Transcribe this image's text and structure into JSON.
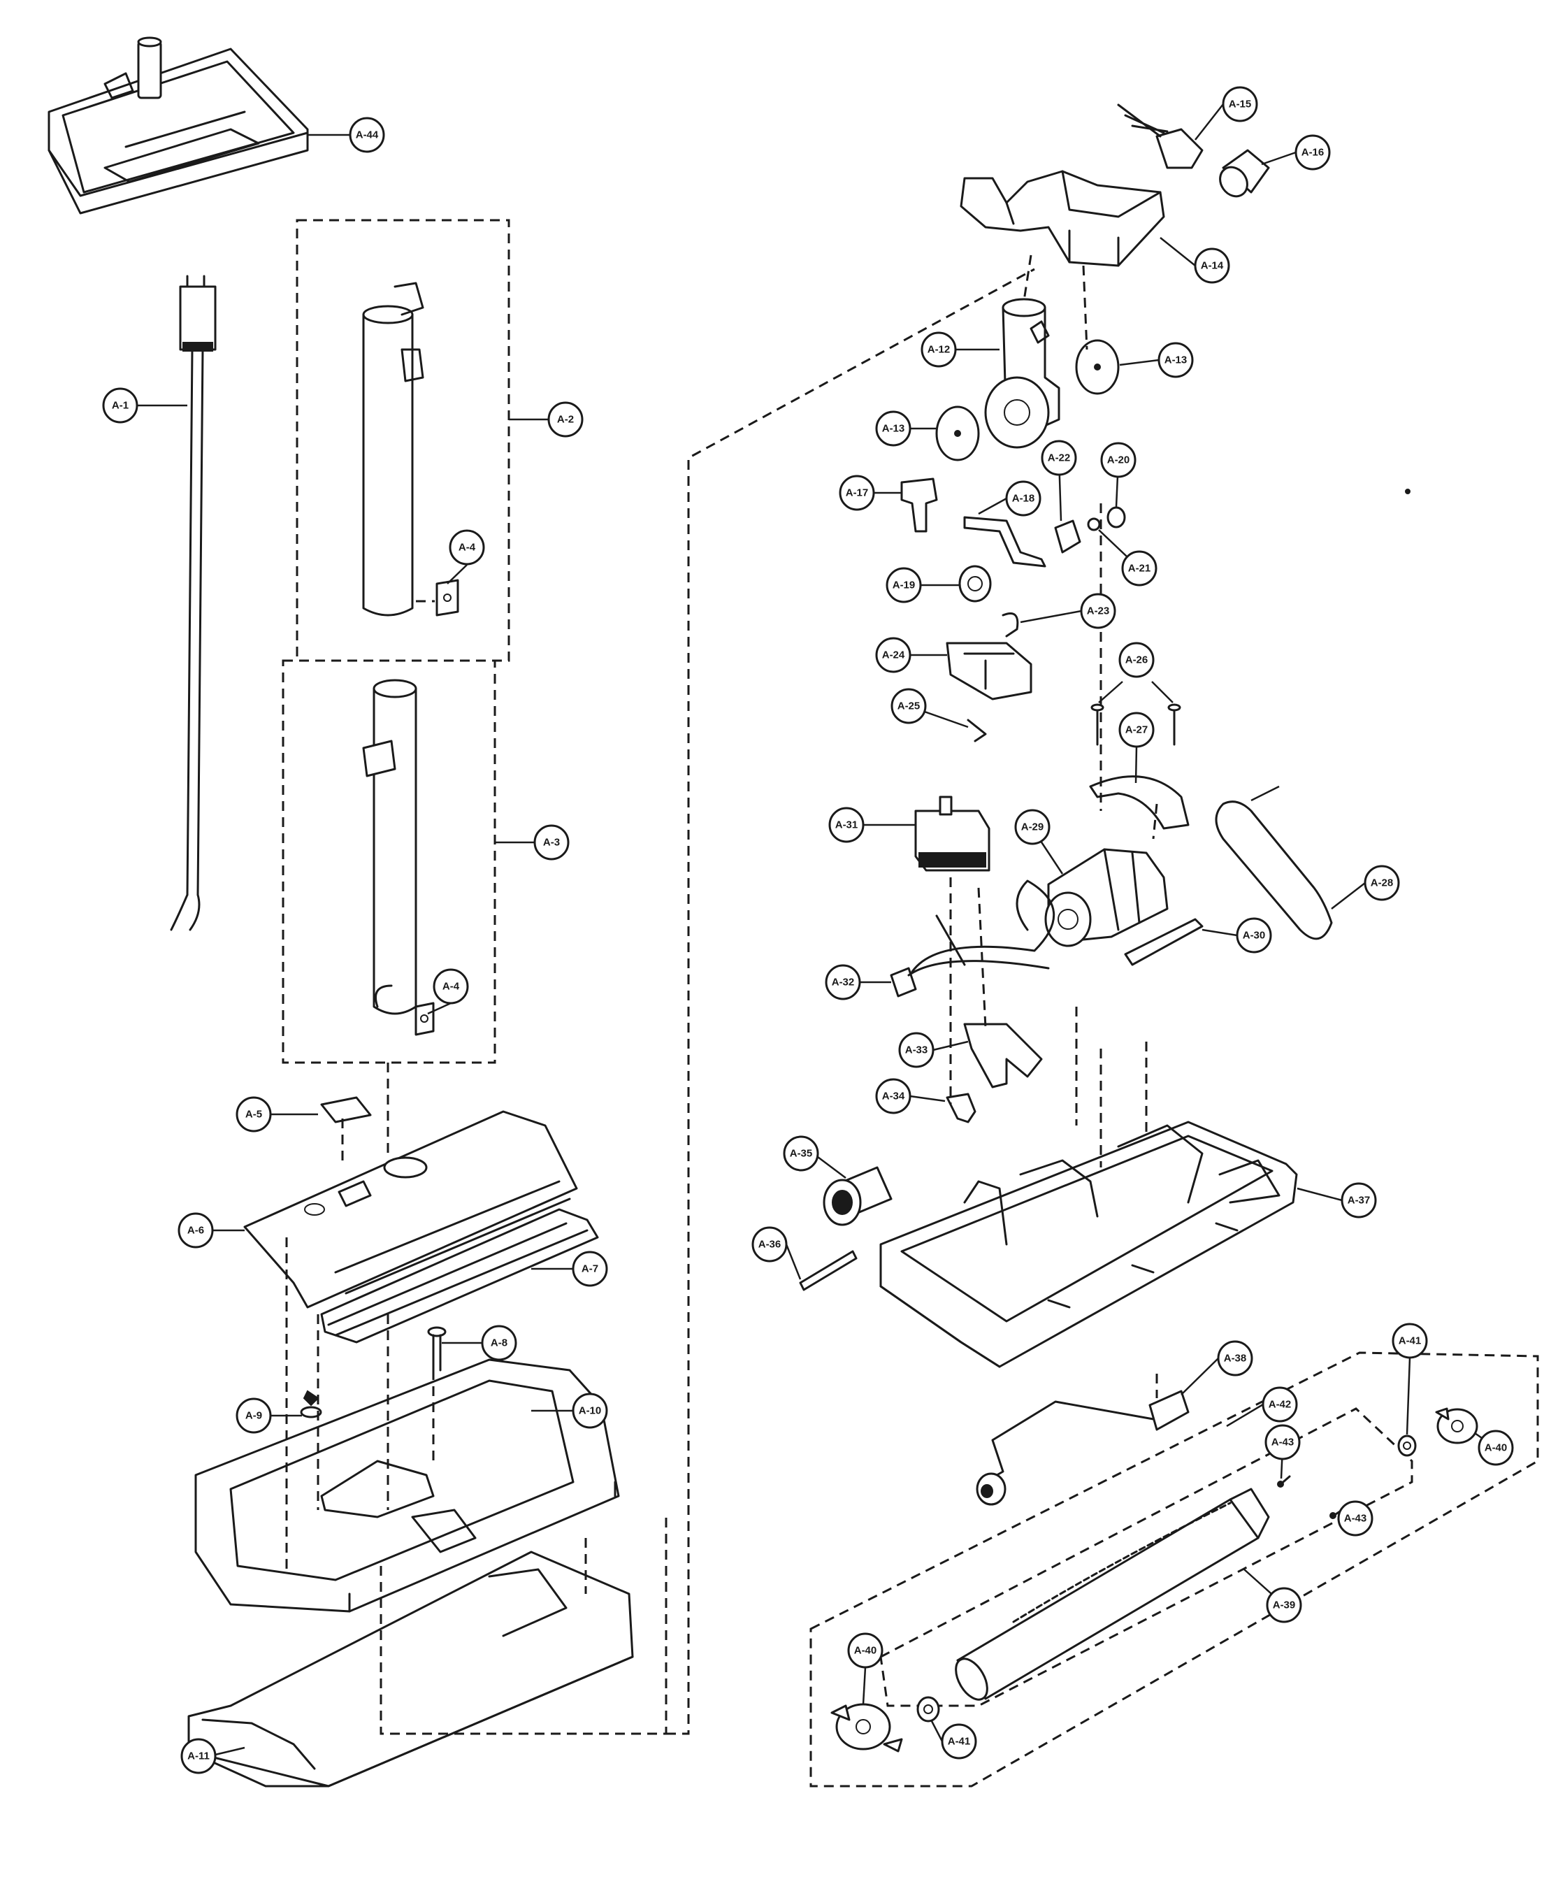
{
  "labels": [
    "A-1",
    "A-2",
    "A-3",
    "A-4",
    "A-4",
    "A-5",
    "A-6",
    "A-7",
    "A-8",
    "A-9",
    "A-10",
    "A-11",
    "A-12",
    "A-13",
    "A-13",
    "A-14",
    "A-15",
    "A-16",
    "A-17",
    "A-18",
    "A-19",
    "A-20",
    "A-21",
    "A-22",
    "A-23",
    "A-24",
    "A-25",
    "A-26",
    "A-27",
    "A-28",
    "A-29",
    "A-30",
    "A-31",
    "A-32",
    "A-33",
    "A-34",
    "A-35",
    "A-36",
    "A-37",
    "A-38",
    "A-39",
    "A-40",
    "A-40",
    "A-41",
    "A-41",
    "A-42",
    "A-43",
    "A-43",
    "A-44"
  ]
}
